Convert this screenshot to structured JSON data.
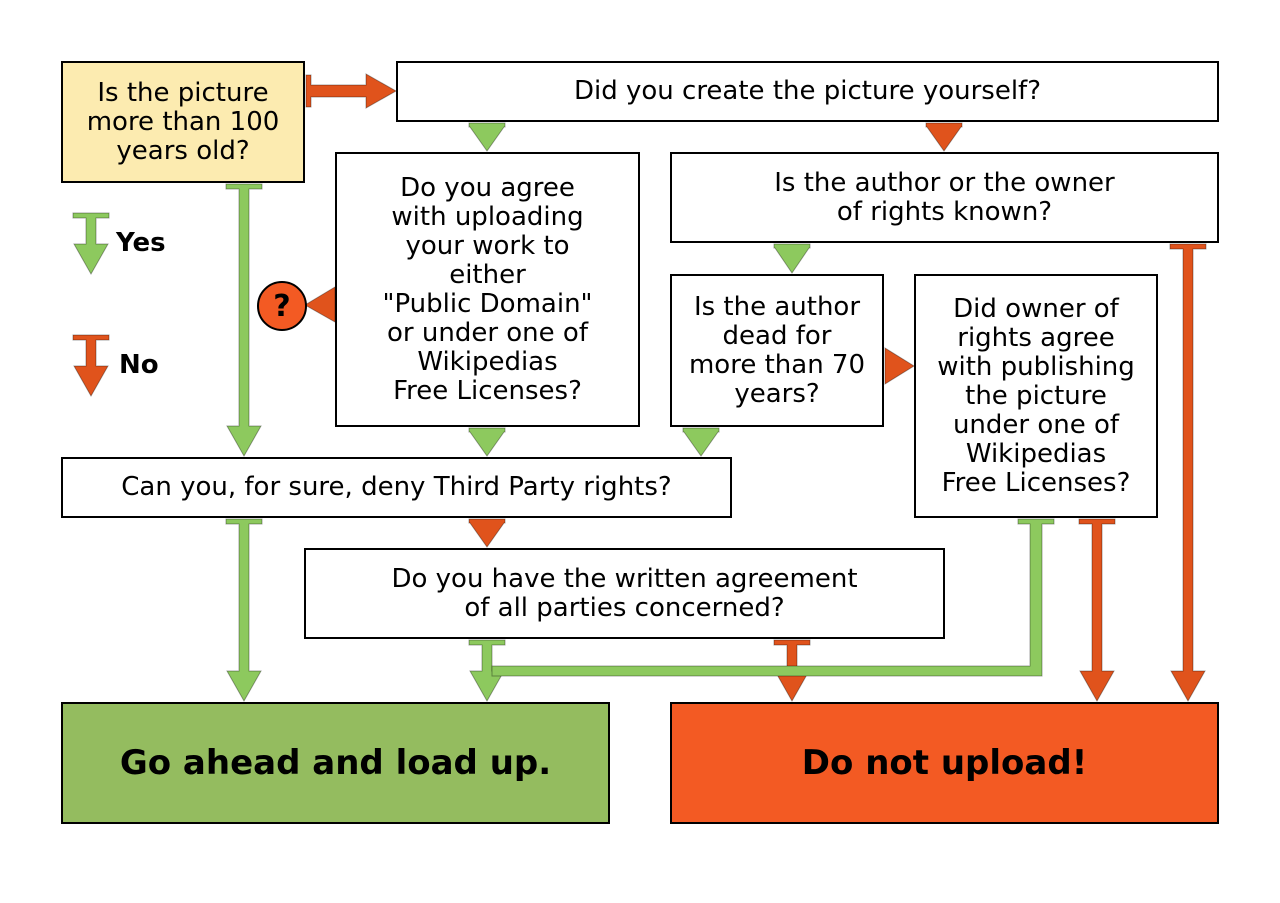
{
  "colors": {
    "yes": "#8dc95e",
    "no": "#e0531c",
    "start": "#fcebb0",
    "go": "#94bc5f",
    "stop": "#f35a23",
    "unknown": "#f35a23"
  },
  "nodes": {
    "age": "Is the picture\nmore than 100\nyears old?",
    "create": "Did you create the picture yourself?",
    "agree": "Do you agree\nwith uploading\nyour work to\neither\n\"Public Domain\"\nor under one of\nWikipedias\nFree Licenses?",
    "author_known": "Is the author or the owner\nof rights known?",
    "author_dead": "Is the author\ndead for\nmore than 70\nyears?",
    "owner_agree": "Did owner of\nrights agree\nwith publishing\nthe picture\nunder one of\nWikipedias\nFree Licenses?",
    "third_party": "Can you, for sure, deny Third Party rights?",
    "written": "Do you have the written agreement\nof all parties concerned?",
    "go": "Go ahead and load up.",
    "stop": "Do not upload!"
  },
  "legend": {
    "yes": "Yes",
    "no": "No"
  },
  "unknown": "?"
}
